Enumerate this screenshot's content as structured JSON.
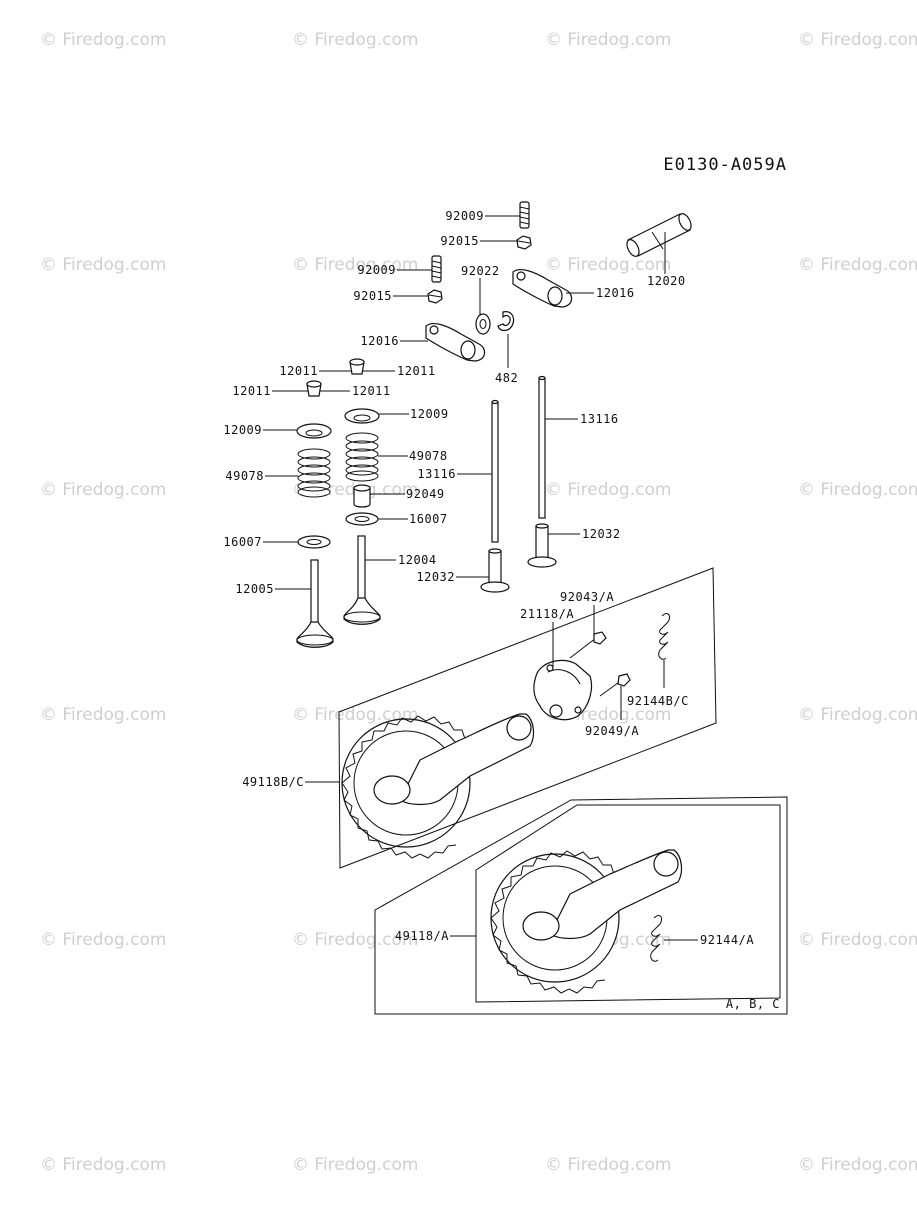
{
  "diagram": {
    "code": "E0130-A059A",
    "watermark": "© Firedog.com",
    "labels": {
      "p92009a": "92009",
      "p92015a": "92015",
      "p92009b": "92009",
      "p92022": "92022",
      "p92015b": "92015",
      "p12020": "12020",
      "p12016a": "12016",
      "p12016b": "12016",
      "p482": "482",
      "p12011a": "12011",
      "p12011b": "12011",
      "p12011c": "12011",
      "p12011d": "12011",
      "p12009a": "12009",
      "p12009b": "12009",
      "p13116a": "13116",
      "p49078a": "49078",
      "p13116b": "13116",
      "p49078b": "49078",
      "p92049": "92049",
      "p16007a": "16007",
      "p16007b": "16007",
      "p12032a": "12032",
      "p12004": "12004",
      "p12032b": "12032",
      "p12005": "12005",
      "p92043": "92043/A",
      "p21118": "21118/A",
      "p92144bc": "92144B/C",
      "p92049a": "92049/A",
      "p49118bc": "49118B/C",
      "p49118a": "49118/A",
      "p92144a": "92144/A",
      "note_abc": "A, B, C"
    }
  }
}
